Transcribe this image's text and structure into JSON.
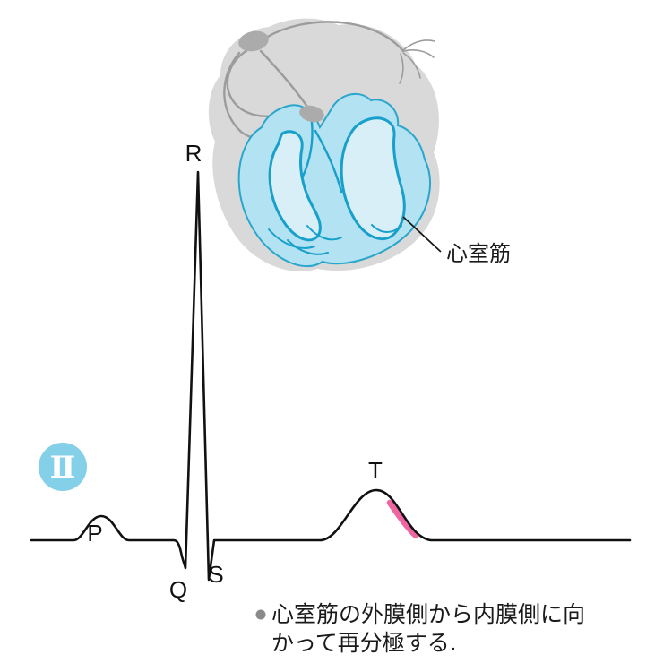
{
  "lead_badge": {
    "label": "Ⅱ",
    "color": "#85D0E9"
  },
  "heart": {
    "callout_label": "心室筋",
    "body_gray": "#D9D9D9",
    "conduction_gray": "#9C9C9C",
    "node_gray": "#ABABAB",
    "ventricle_fill": "#B3E3F2",
    "ventricle_outline": "#18A0CB",
    "cavity_fill": "#D8EFF8"
  },
  "ecg": {
    "wave_labels": {
      "p": "P",
      "q": "Q",
      "r": "R",
      "s": "S",
      "t": "T"
    },
    "trace_color": "#111111",
    "repolarization_highlight_color": "#F0649F"
  },
  "note": {
    "line1": "心室筋の外膜側から内膜側に向",
    "line2": "かって再分極する."
  }
}
